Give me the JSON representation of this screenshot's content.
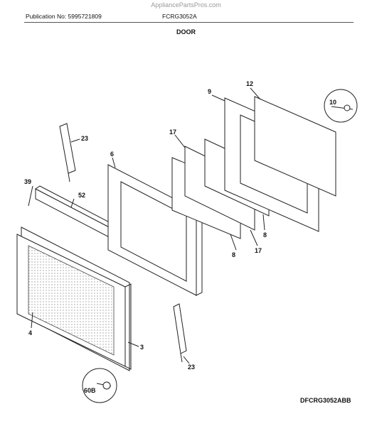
{
  "header": {
    "watermark": "AppliancePartsPros.com",
    "publication": "Publication No: 5995721809",
    "model": "FCRG3052A",
    "section": "DOOR"
  },
  "diagram_code": "DFCRG3052ABB",
  "callouts": {
    "c23a": "23",
    "c39": "39",
    "c52": "52",
    "c6": "6",
    "c17a": "17",
    "c9": "9",
    "c12": "12",
    "c10": "10",
    "c8a": "8",
    "c8b": "8",
    "c17b": "17",
    "c4": "4",
    "c3": "3",
    "c23b": "23",
    "c60b": "60B"
  }
}
